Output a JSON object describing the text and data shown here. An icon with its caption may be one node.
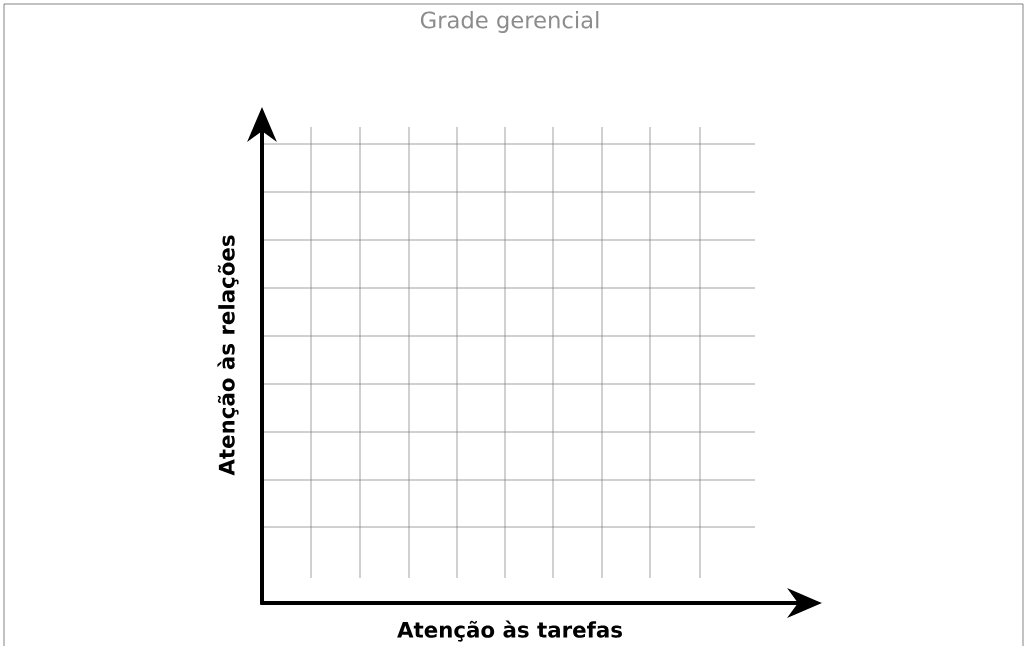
{
  "diagram": {
    "title": "Grade gerencial",
    "labels": [
      "Atenção às relações",
      "Atenção às tarefas"
    ]
  }
}
